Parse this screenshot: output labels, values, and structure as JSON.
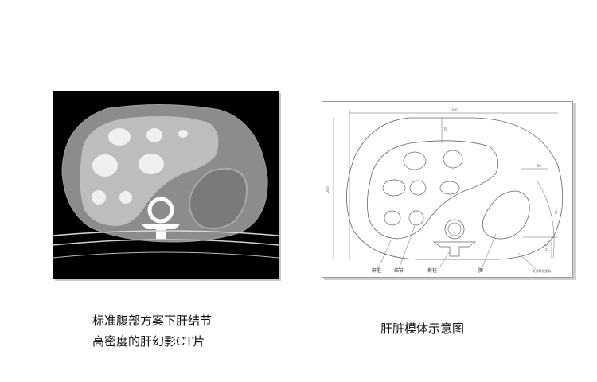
{
  "ct_image": {
    "caption_line1": "标准腹部方案下肝结节",
    "caption_line2": "高密度的肝幻影CT片"
  },
  "schematic": {
    "caption": "肝脏模体示意图",
    "labels": {
      "liver": "肝脏",
      "nodule": "结节",
      "spine": "脊柱",
      "spleen": "脾",
      "material": "-发泡等效塑料"
    },
    "dimensions": {
      "width": "300",
      "height": "200",
      "d1": "70",
      "d2": "50",
      "d3": "15.5",
      "angle": "45°"
    }
  },
  "colors": {
    "ct_background": "#000000",
    "ct_body": "#8a8a8a",
    "ct_liver": "#bcbcbc",
    "ct_nodule": "#f2f2f2",
    "ct_spine": "#ffffff"
  }
}
